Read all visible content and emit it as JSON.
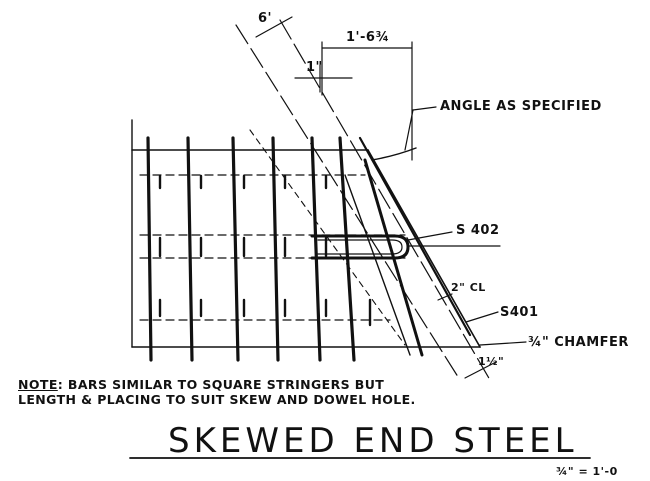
{
  "labels": {
    "dim_6": "6'",
    "dim_1": "1\"",
    "dim_1_6_3_4": "1'-6¾",
    "angle": "ANGLE AS SPECIFIED",
    "s402": "S 402",
    "s401": "S401",
    "cl_2": "2\" CL",
    "chamfer": "¾\" CHAMFER",
    "dim_1_2": "1½\""
  },
  "note": {
    "heading": "NOTE",
    "text": ": BARS SIMILAR TO SQUARE STRINGERS BUT LENGTH & PLACING TO SUIT SKEW AND DOWEL HOLE."
  },
  "title": "SKEWED END STEEL",
  "scale": "¾\" = 1'-0"
}
